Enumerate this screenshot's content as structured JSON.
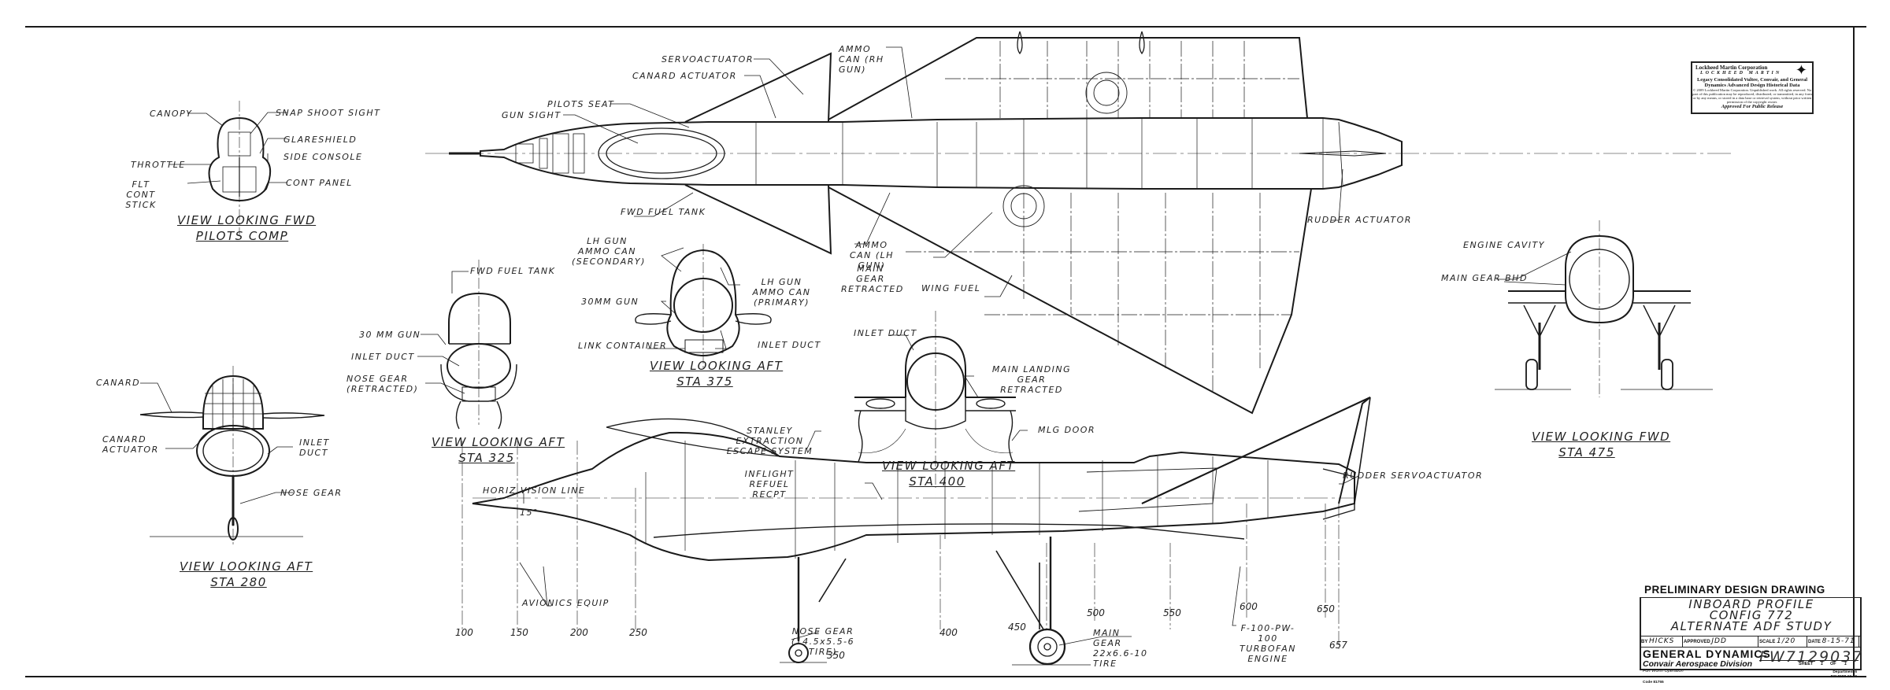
{
  "drawing": {
    "type": "Preliminary design engineering drawing (inboard profile, aircraft)",
    "line_color": "#1a1a1a",
    "paper_color": "#ffffff"
  },
  "copyright_box": {
    "company": "Lockheed Martin Corporation",
    "logo_text": "LOCKHEED MARTIN",
    "logo_icon": "lockheed-star-icon",
    "heading": "Legacy Consolidated Vultee, Convair, and General Dynamics Advanced Design Historical Data",
    "notice": "© 2009 Lockheed Martin Corporation. Unpublished work. All rights reserved. No part of this publication may be reproduced, distributed, or transmitted, in any form or by any means, or stored in a data base or retrieval system, without prior written permission of the copyright owner.",
    "release": "Approved For Public Release"
  },
  "title_block": {
    "header": "PRELIMINARY DESIGN DRAWING",
    "title_lines": [
      "INBOARD PROFILE",
      "CONFIG 772",
      "ALTERNATE ADF STUDY"
    ],
    "by_label": "BY",
    "by_value": "HICKS",
    "approved_label": "APPROVED",
    "approved_value": "JDD",
    "scale_label": "SCALE",
    "scale_value": "1/20",
    "date_label": "DATE",
    "date_value": "8-15-71",
    "company": "GENERAL DYNAMICS",
    "division": "Convair Aerospace Division",
    "operation": "Fort Worth Operation",
    "code": "Code 81755",
    "drawing_number": "FW7129037",
    "sheet_label": "SHEET",
    "sheet_value": "1",
    "of_label": "OF",
    "of_value": "1",
    "form_ref": [
      "Department 6",
      "FW 5508-12-70"
    ]
  },
  "views": {
    "pilots_comp": {
      "title": [
        "VIEW LOOKING FWD",
        "PILOTS COMP"
      ],
      "labels": [
        "CANOPY",
        "SNAP SHOOT SIGHT",
        "GLARESHIELD",
        "THROTTLE",
        "SIDE CONSOLE",
        "FLT CONT STICK",
        "CONT PANEL"
      ]
    },
    "sta_280": {
      "title": [
        "VIEW LOOKING AFT",
        "STA 280"
      ],
      "labels": [
        "CANARD",
        "CANARD ACTUATOR",
        "INLET DUCT",
        "NOSE GEAR"
      ]
    },
    "sta_325": {
      "title": [
        "VIEW LOOKING AFT",
        "STA 325"
      ],
      "labels": [
        "FWD FUEL TANK",
        "30 MM GUN",
        "INLET DUCT",
        "NOSE GEAR (RETRACTED)"
      ]
    },
    "sta_375": {
      "title": [
        "VIEW LOOKING AFT",
        "STA 375"
      ],
      "labels": [
        "LH GUN AMMO CAN (SECONDARY)",
        "LH GUN AMMO CAN (PRIMARY)",
        "30MM GUN",
        "INLET DUCT",
        "LINK CONTAINER"
      ]
    },
    "sta_400": {
      "title": [
        "VIEW LOOKING AFT",
        "STA 400"
      ],
      "labels": [
        "INLET DUCT",
        "MAIN LANDING GEAR RETRACTED",
        "MLG DOOR"
      ]
    },
    "sta_475": {
      "title": [
        "VIEW LOOKING FWD",
        "STA 475"
      ],
      "labels": [
        "ENGINE CAVITY",
        "MAIN GEAR BHD"
      ]
    },
    "plan_view": {
      "labels": [
        "SERVOACTUATOR",
        "CANARD ACTUATOR",
        "AMMO CAN (RH GUN)",
        "PILOTS SEAT",
        "GUN SIGHT",
        "FWD FUEL TANK",
        "AMMO CAN (LH GUN)",
        "MAIN GEAR RETRACTED",
        "WING FUEL",
        "RUDDER ACTUATOR"
      ]
    },
    "side_profile": {
      "labels": [
        "STANLEY EXTRACTION ESCAPE SYSTEM",
        "HORIZ VISION LINE",
        "15°",
        "INFLIGHT REFUEL RECPT",
        "AVIONICS EQUIP",
        "NOSE GEAR (14.5x5.5-6 TIRE)",
        "MAIN GEAR 22x6.6-10 TIRE",
        "F-100-PW-100 TURBOFAN ENGINE",
        "RUDDER SERVOACTUATOR"
      ],
      "stations": [
        "100",
        "150",
        "200",
        "250",
        "350",
        "400",
        "450",
        "500",
        "550",
        "600",
        "650",
        "657"
      ]
    }
  }
}
